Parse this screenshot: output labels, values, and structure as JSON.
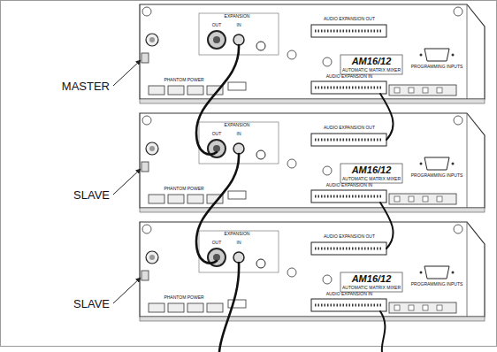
{
  "diagram": {
    "labels": [
      "MASTER",
      "EXPANSION",
      "OUT",
      "IN",
      "AUDIO EXPANSION OUT",
      "AM16/12",
      "AUTOMATIC MATRIX MIXER",
      "AUDIO EXPANSION IN",
      "PHANTOM POWER",
      "PROGRAMMING INPUTS",
      "SLAVE",
      "EXPANSION",
      "OUT",
      "IN",
      "AUDIO EXPANSION OUT",
      "AM16/12",
      "AUTOMATIC MATRIX MIXER",
      "AUDIO EXPANSION IN",
      "PHANTOM POWER",
      "PROGRAMMING INPUTS",
      "SLAVE",
      "EXPANSION",
      "OUT",
      "IN",
      "AUDIO EXPANSION OUT",
      "AM16/12",
      "AUTOMATIC MATRIX MIXER",
      "AUDIO EXPANSION IN",
      "PHANTOM POWER",
      "PROGRAMMING INPUTS"
    ]
  }
}
